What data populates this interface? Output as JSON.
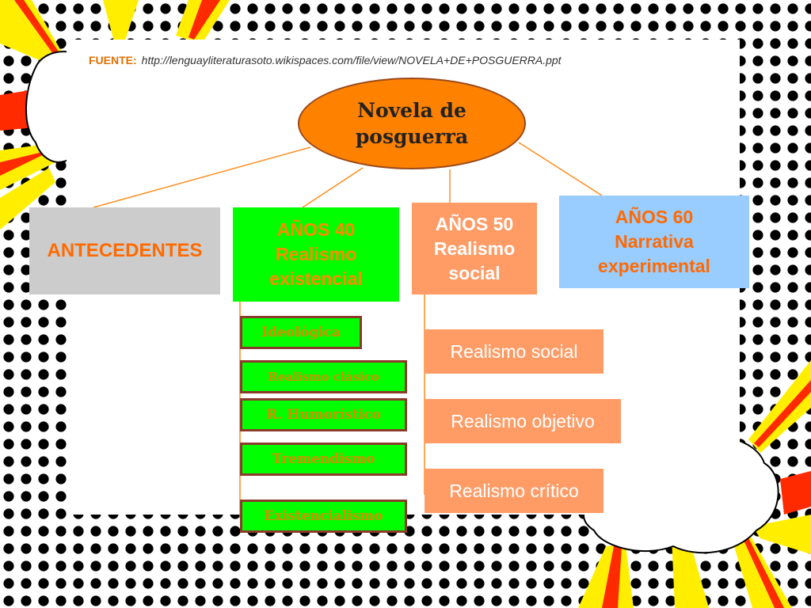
{
  "source": {
    "label": "FUENTE:",
    "url": "http://lenguayliteraturasoto.wikispaces.com/file/view/NOVELA+DE+POSGUERRA.ppt"
  },
  "root": {
    "label": "Novela de\nposguerra"
  },
  "branches": {
    "antecedentes": "ANTECEDENTES",
    "anos40": "AÑOS 40\nRealismo\nexistencial",
    "anos50": "AÑOS 50\nRealismo\nsocial",
    "anos60": "AÑOS 60\nNarrativa\nexperimental"
  },
  "anos40_items": [
    "Ideológica",
    "Realismo clásico",
    "R. Humorístico",
    "Tremendismo",
    "Existencialismo"
  ],
  "anos50_items": [
    "Realismo social",
    "Realismo objetivo",
    "Realismo crítico"
  ],
  "colors": {
    "root_fill": "#ff8100",
    "antecedentes_fill": "#cccccc",
    "anos40_fill": "#00ff00",
    "anos50_fill": "#ff9c66",
    "anos60_fill": "#99ccff",
    "connector": "#ff8c1a",
    "comic_yellow": "#ffee00",
    "comic_red": "#ff2a00"
  }
}
